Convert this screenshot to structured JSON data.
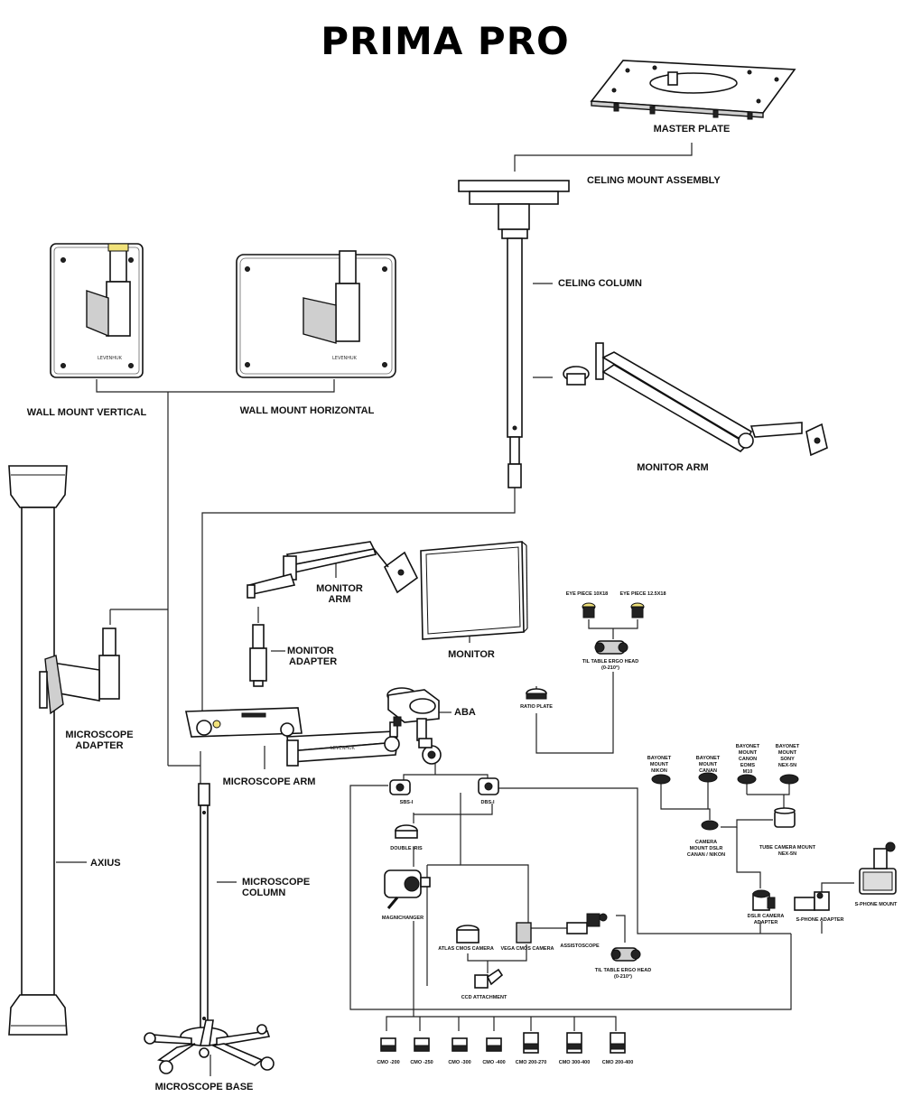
{
  "title": "PRIMA PRO",
  "labels": {
    "master_plate": "MASTER PLATE",
    "ceiling_mount_assembly": "CELING MOUNT ASSEMBLY",
    "ceiling_column": "CELING COLUMN",
    "monitor_arm_top": "MONITOR ARM",
    "wall_mount_vertical": "WALL MOUNT VERTICAL",
    "wall_mount_horizontal": "WALL MOUNT HORIZONTAL",
    "monitor_arm_line1": "MONITOR",
    "monitor_arm_line2": "ARM",
    "monitor_adapter_line1": "MONITOR",
    "monitor_adapter_line2": "ADAPTER",
    "monitor": "MONITOR",
    "aba": "ABA",
    "microscope_adapter_line1": "MICROSCOPE",
    "microscope_adapter_line2": "ADAPTER",
    "microscope_arm": "MICROSCOPE ARM",
    "axius": "AXIUS",
    "microscope_column_line1": "MICROSCOPE",
    "microscope_column_line2": "COLUMN",
    "microscope_base": "MICROSCOPE BASE"
  },
  "small_labels": {
    "eye_piece_10": "EYE PIECE 10X18",
    "eye_piece_12": "EYE PIECE 12.5X18",
    "til_table_head_1": "TIL TABLE ERGO HEAD",
    "til_table_head_1_range": "(0-210°)",
    "ratio_plate": "RATIO PLATE",
    "sbs": "SBS-I",
    "dbs": "DBS-I",
    "double_iris": "DOUBLE IRIS",
    "magnichanger": "MAGNICHANGER",
    "atlas_cmos": "ATLAS CMOS CAMERA",
    "vega_cmos": "VEGA CMOS CAMERA",
    "assistoscope": "ASSISTOSCOPE",
    "til_table_head_2": "TIL TABLE ERGO HEAD",
    "til_table_head_2_range": "(0-210°)",
    "ccd_attachment": "CCD ATTACHMENT",
    "bayonet_nikon": [
      "BAYONET",
      "MOUNT",
      "NIKON"
    ],
    "bayonet_canan": [
      "BAYONET",
      "MOUNT",
      "CANAN"
    ],
    "bayonet_canon_eoms": [
      "BAYONET",
      "MOUNT",
      "CANON",
      "EOMS",
      "M10"
    ],
    "bayonet_sony": [
      "BAYONET",
      "MOUNT",
      "SONY",
      "NEX-5N"
    ],
    "camera_mount_dslr": [
      "CAMERA",
      "MOUNT DSLR",
      "CANAN / NIKON"
    ],
    "tube_camera_mount": [
      "TUBE CAMERA MOUNT",
      "NEX-5N"
    ],
    "dslr_camera_adapter": [
      "DSLR CAMERA",
      "ADAPTER"
    ],
    "s_phone_adapter": "S-PHONE ADAPTER",
    "s_phone_mount": "S-PHONE MOUNT"
  },
  "objectives": [
    "CMO -200",
    "CMO -250",
    "CMO -300",
    "CMO -400",
    "CMO 200-270",
    "CMO 300-400",
    "CMO 200-400"
  ]
}
